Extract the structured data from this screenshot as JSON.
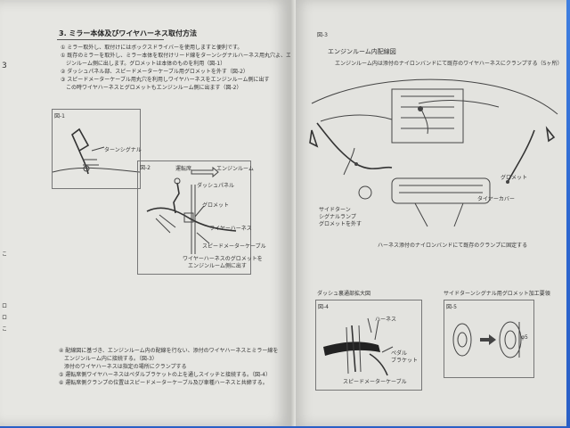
{
  "left": {
    "heading": "3. ミラー本体及びワイヤハーネス取付方法",
    "steps": [
      "① ミラー取外し、取付けにはボックスドライバーを使用しますと便利です。",
      "① 既存のミラーを取外し、ミラー本体を取付けリード線をターンシグナルハーネス用丸穴よ、エン",
      "　ジンルーム側に出します。グロメットは本体のものを利用（図-1）",
      "② ダッシュパネル部、スピードメーターケーブル用グロメットを外す（図-2）",
      "③ スピードメーターケーブル用丸穴を利用しワイヤハーネスをエンジンルーム側に出す",
      "　この時ワイヤハーネスとグロメットもエンジンルーム側に出ます（図-2）"
    ],
    "fig1": {
      "label": "図-1",
      "note": "ターンシグナル"
    },
    "fig2": {
      "label": "図-2",
      "engine_room": "エンジンルーム",
      "arrow_from": "運転席",
      "dash_panel": "ダッシュパネル",
      "grommet": "グロメット",
      "wire": "ワイヤーハーネス",
      "speed_cable": "スピードメーターケーブル",
      "caption1": "ワイヤーハーネスのグロメットを",
      "caption2": "エンジンルーム側に出す"
    },
    "bottom_steps": [
      "④ 配線図に基づき、エンジンルーム内の配線を行ない、添付のワイヤハーネスとミラー線を",
      "　エンジンルーム内に接続する。（図-3）",
      "　添付のワイヤハーネスは指定の場所にクランプする",
      "⑤ 運転席側ワイヤハーネスはペダルブラケットの上を通しスイッチと接続する。（図-4）",
      "⑥ 運転席側クランプの位置はスピードメーターケーブル及び車種ハーネスと共締する。"
    ],
    "margin_glyphs": [
      "3",
      "こ",
      "ロ",
      "ロ",
      "こ"
    ]
  },
  "right": {
    "fig3": {
      "label": "図-3",
      "title": "エンジンルーム内配線図",
      "desc": "エンジンルーム内は添付のナイロンバンドにて既存のワイヤハーネスにクランプする（5ヶ所）",
      "turn_signal": "サイドターン",
      "turn_signal2": "シグナルランプ",
      "turn_signal3": "グロメットを外す",
      "clamp_note": "ハーネス添付のナイロンバンドにて既存のクランプに固定する",
      "cable": "タイヤーカバー",
      "right_note": "グロメット"
    },
    "fig4": {
      "section": "ダッシュ裏通部拡大図",
      "label": "図-4",
      "tag1": "ハーネス",
      "tag2": "ペダル",
      "tag3": "ブラケット",
      "bottom": "スピードメーターケーブル"
    },
    "fig5": {
      "section": "サイドターンシグナル用グロメット加工要領",
      "label": "図-5",
      "dim": "φ5"
    }
  },
  "colors": {
    "background": "#2f6fd6",
    "paper": "#e5e5e1",
    "ink": "#333333"
  }
}
